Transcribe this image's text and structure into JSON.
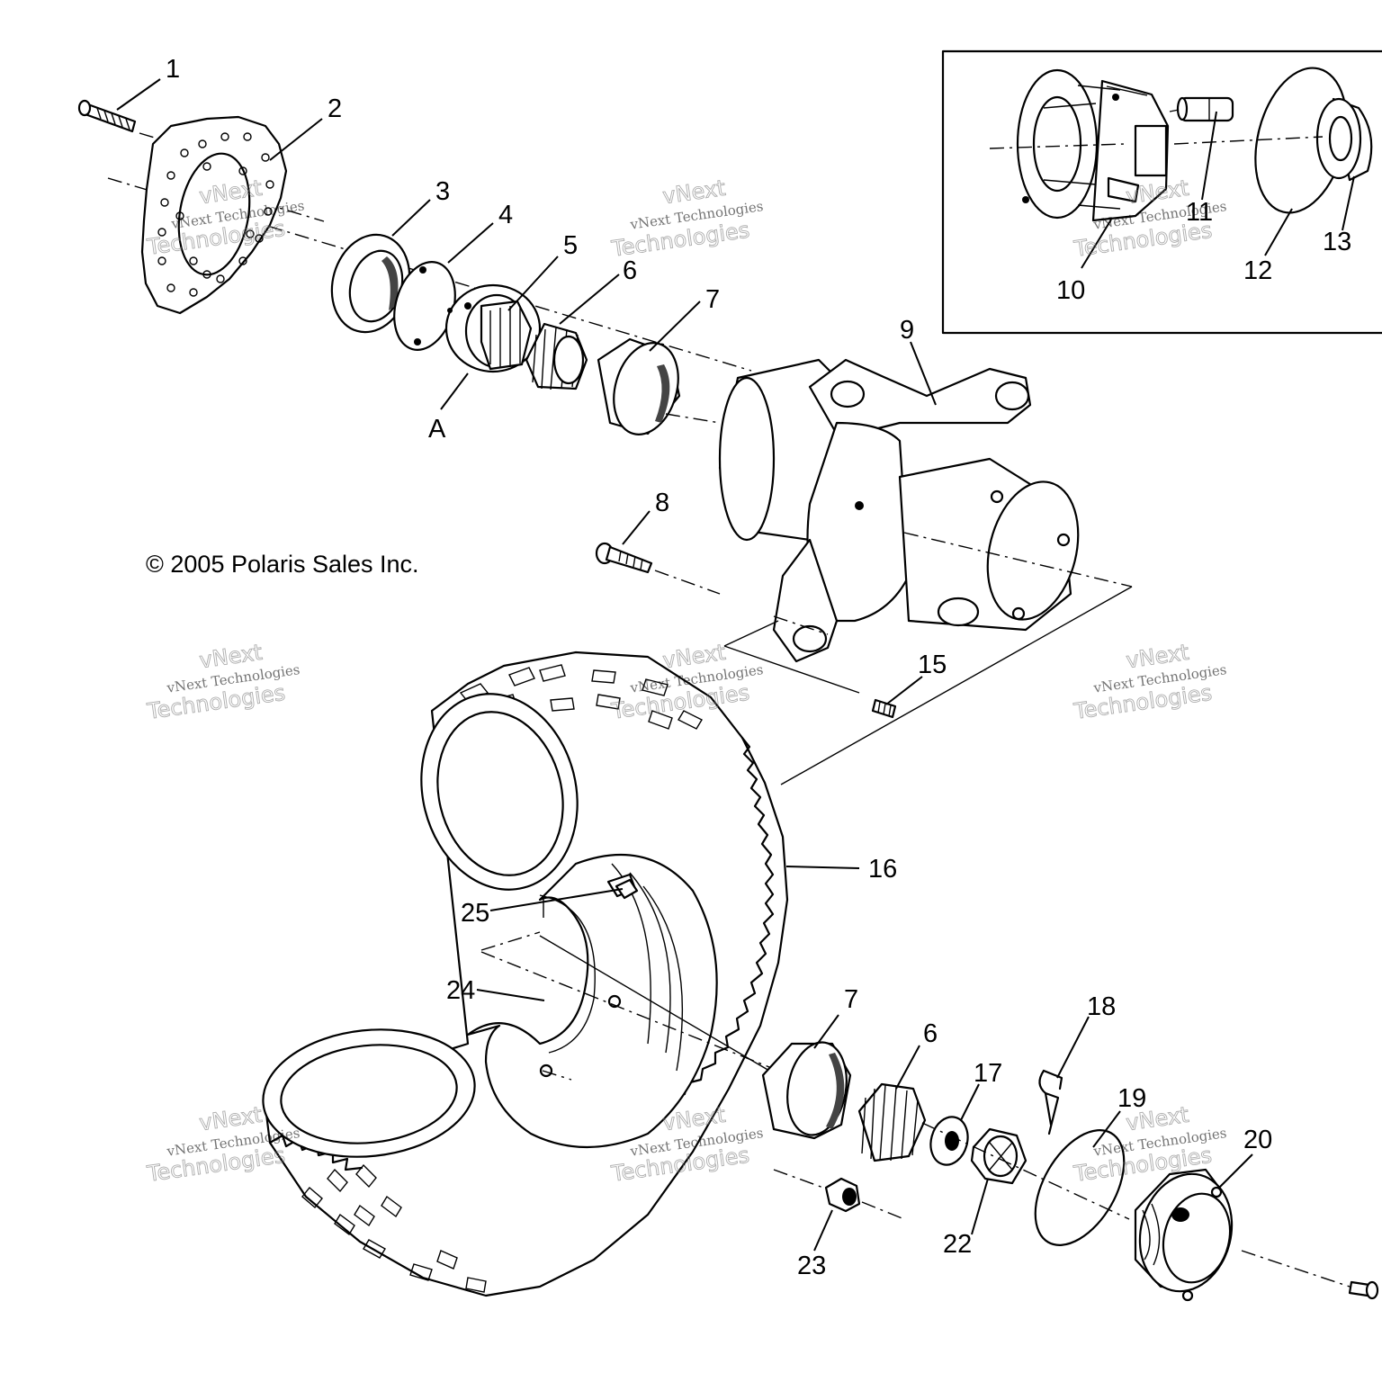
{
  "copyright": "© 2005 Polaris Sales Inc.",
  "watermark": {
    "line1": "vNext Technologies",
    "line2": "vNext",
    "line3": "Technologies"
  },
  "callouts": {
    "c1": "1",
    "c2": "2",
    "c3": "3",
    "c4": "4",
    "c5": "5",
    "c6": "6",
    "c7": "7",
    "c8": "8",
    "c9": "9",
    "c10": "10",
    "c11": "11",
    "c12": "12",
    "c13": "13",
    "c15": "15",
    "c16": "16",
    "c6b": "6",
    "c7b": "7",
    "c17": "17",
    "c18": "18",
    "c19": "19",
    "c20": "20",
    "c22": "22",
    "c23": "23",
    "c24": "24",
    "c25": "25",
    "cA": "A"
  }
}
